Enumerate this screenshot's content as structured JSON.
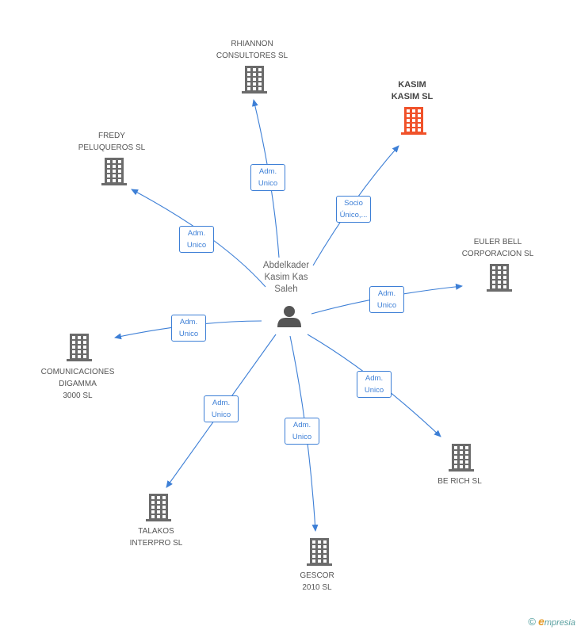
{
  "center": {
    "name_lines": [
      "Abdelkader",
      "Kasim Kas",
      "Saleh"
    ],
    "icon": "person-icon"
  },
  "companies": [
    {
      "id": "rhiannon",
      "lines": [
        "RHIANNON",
        "CONSULTORES SL"
      ],
      "highlight": false,
      "icon": "building-icon"
    },
    {
      "id": "kasim",
      "lines": [
        "KASIM",
        "KASIM SL"
      ],
      "highlight": true,
      "icon": "building-icon",
      "color": "#f0522a"
    },
    {
      "id": "fredy",
      "lines": [
        "FREDY",
        "PELUQUEROS SL"
      ],
      "highlight": false,
      "icon": "building-icon"
    },
    {
      "id": "euler",
      "lines": [
        "EULER BELL",
        "CORPORACION SL"
      ],
      "highlight": false,
      "icon": "building-icon"
    },
    {
      "id": "comunicaciones",
      "lines": [
        "COMUNICACIONES",
        "DIGAMMA",
        "3000 SL"
      ],
      "highlight": false,
      "icon": "building-icon"
    },
    {
      "id": "berich",
      "lines": [
        "BE RICH SL"
      ],
      "highlight": false,
      "icon": "building-icon"
    },
    {
      "id": "talakos",
      "lines": [
        "TALAKOS",
        "INTERPRO SL"
      ],
      "highlight": false,
      "icon": "building-icon"
    },
    {
      "id": "gescor",
      "lines": [
        "GESCOR",
        "2010 SL"
      ],
      "highlight": false,
      "icon": "building-icon"
    }
  ],
  "edges": [
    {
      "to": "rhiannon",
      "label": [
        "Adm.",
        "Unico"
      ]
    },
    {
      "to": "kasim",
      "label": [
        "Socio",
        "Único,..."
      ]
    },
    {
      "to": "fredy",
      "label": [
        "Adm.",
        "Unico"
      ]
    },
    {
      "to": "euler",
      "label": [
        "Adm.",
        "Unico"
      ]
    },
    {
      "to": "comunicaciones",
      "label": [
        "Adm.",
        "Unico"
      ]
    },
    {
      "to": "berich",
      "label": [
        "Adm.",
        "Unico"
      ]
    },
    {
      "to": "talakos",
      "label": [
        "Adm.",
        "Unico"
      ]
    },
    {
      "to": "gescor",
      "label": [
        "Adm.",
        "Unico"
      ]
    }
  ],
  "colors": {
    "edge": "#3d7fd6",
    "building": "#6b6b6b",
    "highlight": "#f0522a",
    "person": "#555555"
  },
  "footer": {
    "copyright": "©",
    "brand_initial": "e",
    "brand_rest": "mpresia"
  }
}
